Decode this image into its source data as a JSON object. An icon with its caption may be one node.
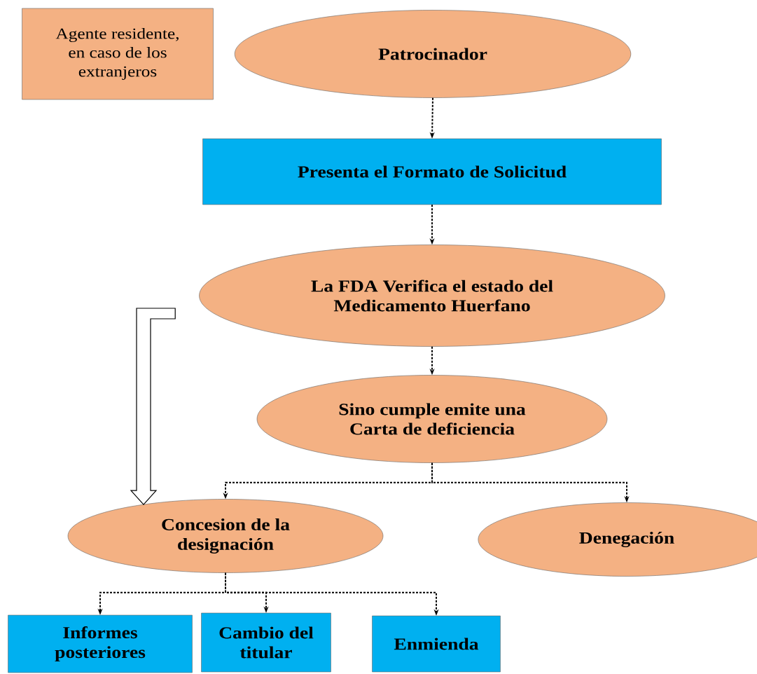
{
  "diagram": {
    "nodes": [
      {
        "text": [
          "Agente residente, en caso de los extranjeros"
        ]
      },
      {
        "text": [
          "Patrocinador"
        ]
      },
      {
        "text": [
          "Presenta el Formato de Solicitud"
        ]
      },
      {
        "text": [
          "La FDA Verifica el estado del Medicamento Huerfano"
        ]
      },
      {
        "text": [
          "Sino cumple emite una Carta de deficiencia"
        ]
      },
      {
        "text": [
          "Concesion de la designación"
        ]
      },
      {
        "text": [
          "Denegación"
        ]
      },
      {
        "text": [
          "Informes posteriores"
        ]
      },
      {
        "text": [
          "Cambio del titular"
        ]
      },
      {
        "text": [
          "Enmienda"
        ]
      }
    ],
    "edges": [
      {
        "from": 1,
        "to": 2,
        "arrow": "to"
      },
      {
        "from": 2,
        "to": 3,
        "arrow": "to"
      },
      {
        "from": 3,
        "to": 4,
        "arrow": "to"
      },
      {
        "from": 4,
        "to": 5,
        "arrow": "to"
      },
      {
        "from": 4,
        "to": 6,
        "arrow": "to"
      },
      {
        "from": 5,
        "to": 7,
        "arrow": "to"
      },
      {
        "from": 5,
        "to": 8,
        "arrow": "to"
      },
      {
        "from": 5,
        "to": 9,
        "arrow": "to"
      },
      {
        "from": 3,
        "to": 5,
        "arrow": "to",
        "style": "thick"
      }
    ]
  }
}
